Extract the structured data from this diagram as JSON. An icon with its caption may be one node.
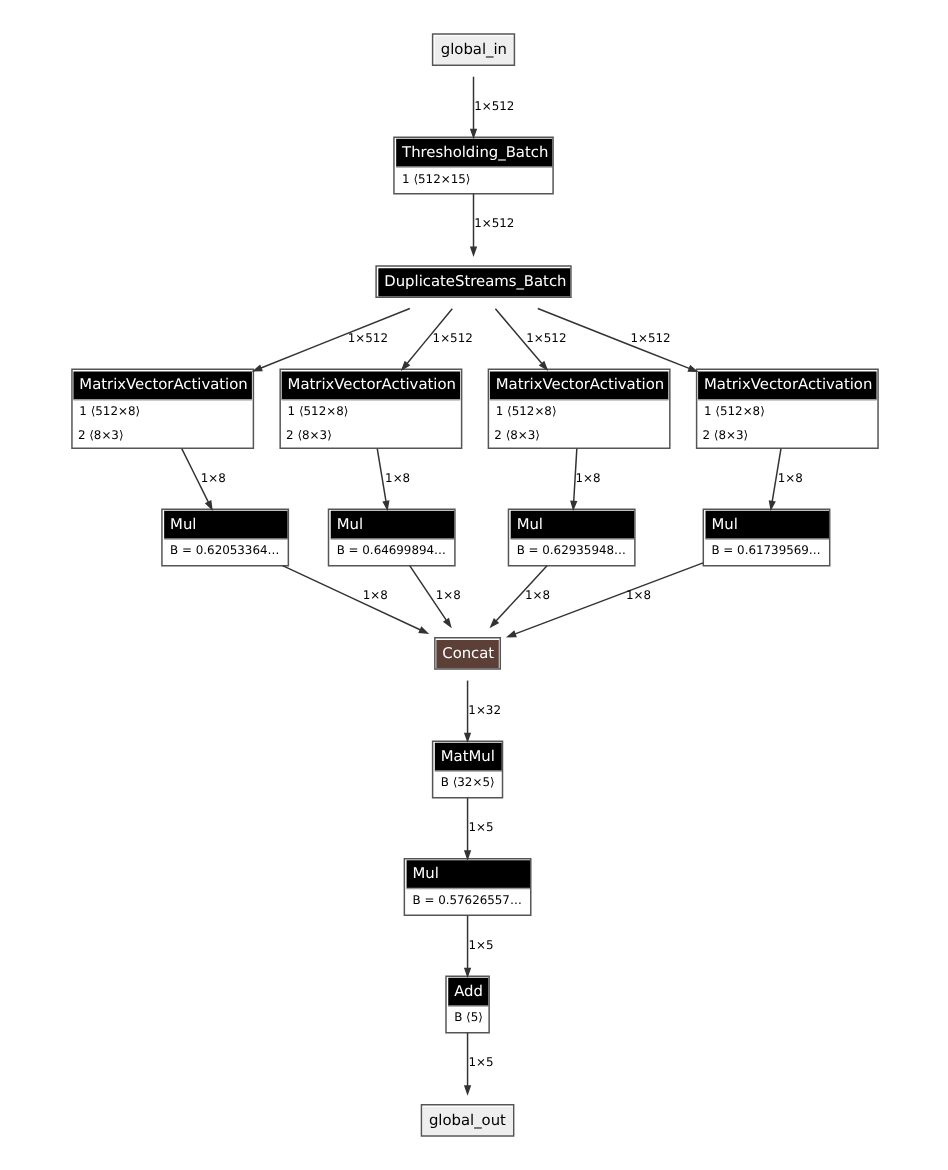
{
  "diagram": {
    "nodes": [
      {
        "text": [
          "global_in"
        ]
      },
      {
        "text": [
          "Thresholding_Batch",
          "1 ⟨512×15⟩"
        ]
      },
      {
        "text": [
          "DuplicateStreams_Batch"
        ]
      },
      {
        "text": [
          "MatrixVectorActivation",
          "1 ⟨512×8⟩",
          "2 ⟨8×3⟩"
        ]
      },
      {
        "text": [
          "MatrixVectorActivation",
          "1 ⟨512×8⟩",
          "2 ⟨8×3⟩"
        ]
      },
      {
        "text": [
          "MatrixVectorActivation",
          "1 ⟨512×8⟩",
          "2 ⟨8×3⟩"
        ]
      },
      {
        "text": [
          "MatrixVectorActivation",
          "1 ⟨512×8⟩",
          "2 ⟨8×3⟩"
        ]
      },
      {
        "text": [
          "Mul",
          "B = 0.62053364…"
        ]
      },
      {
        "text": [
          "Mul",
          "B = 0.64699894…"
        ]
      },
      {
        "text": [
          "Mul",
          "B = 0.62935948…"
        ]
      },
      {
        "text": [
          "Mul",
          "B = 0.61739569…"
        ]
      },
      {
        "text": [
          "Concat"
        ]
      },
      {
        "text": [
          "MatMul",
          "B ⟨32×5⟩"
        ]
      },
      {
        "text": [
          "Mul",
          "B = 0.57626557…"
        ]
      },
      {
        "text": [
          "Add",
          "B ⟨5⟩"
        ]
      },
      {
        "text": [
          "global_out"
        ]
      }
    ],
    "edges": [
      {
        "from": 0,
        "to": 1,
        "arrow": "to",
        "label": "1×512"
      },
      {
        "from": 1,
        "to": 2,
        "arrow": "to",
        "label": "1×512"
      },
      {
        "from": 2,
        "to": 3,
        "arrow": "to",
        "label": "1×512"
      },
      {
        "from": 2,
        "to": 4,
        "arrow": "to",
        "label": "1×512"
      },
      {
        "from": 2,
        "to": 5,
        "arrow": "to",
        "label": "1×512"
      },
      {
        "from": 2,
        "to": 6,
        "arrow": "to",
        "label": "1×512"
      },
      {
        "from": 3,
        "to": 7,
        "arrow": "to",
        "label": "1×8"
      },
      {
        "from": 4,
        "to": 8,
        "arrow": "to",
        "label": "1×8"
      },
      {
        "from": 5,
        "to": 9,
        "arrow": "to",
        "label": "1×8"
      },
      {
        "from": 6,
        "to": 10,
        "arrow": "to",
        "label": "1×8"
      },
      {
        "from": 7,
        "to": 11,
        "arrow": "to",
        "label": "1×8"
      },
      {
        "from": 8,
        "to": 11,
        "arrow": "to",
        "label": "1×8"
      },
      {
        "from": 9,
        "to": 11,
        "arrow": "to",
        "label": "1×8"
      },
      {
        "from": 10,
        "to": 11,
        "arrow": "to",
        "label": "1×8"
      },
      {
        "from": 11,
        "to": 12,
        "arrow": "to",
        "label": "1×32"
      },
      {
        "from": 12,
        "to": 13,
        "arrow": "to",
        "label": "1×5"
      },
      {
        "from": 13,
        "to": 14,
        "arrow": "to",
        "label": "1×5"
      },
      {
        "from": 14,
        "to": 15,
        "arrow": "to",
        "label": "1×5"
      }
    ]
  }
}
